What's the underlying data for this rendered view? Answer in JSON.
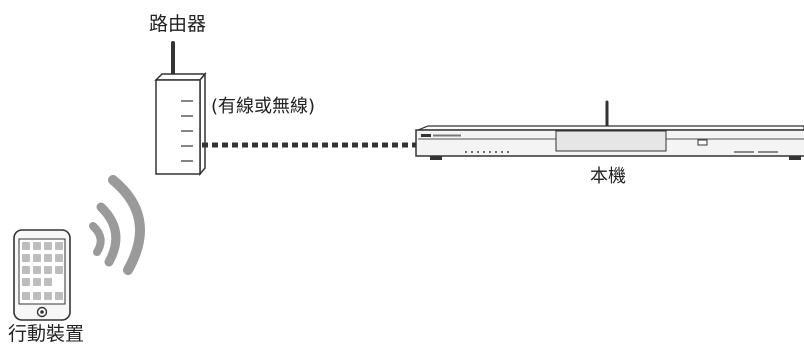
{
  "labels": {
    "router": "路由器",
    "connection": "(有線或無線)",
    "main_unit": "本機",
    "mobile_device": "行動裝置"
  },
  "icons": {
    "router": "router-icon",
    "main_unit": "soundbar-icon",
    "mobile_device": "smartphone-icon",
    "wireless": "wireless-signal-icon",
    "connection": "dotted-connection-line"
  },
  "colors": {
    "line": "#333333",
    "fill": "#ffffff",
    "unit_fill": "#f2f2f2",
    "text": "#222222"
  }
}
